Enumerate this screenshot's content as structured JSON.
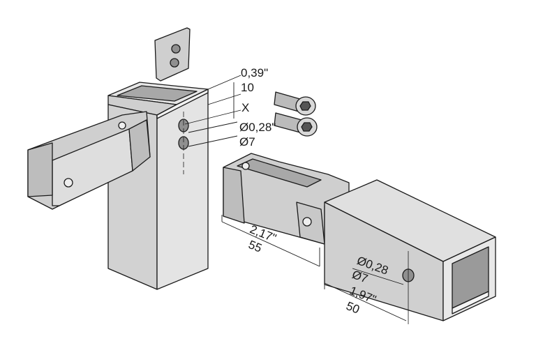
{
  "title": "Square tube connector bracket assembly",
  "colors": {
    "metal_light": "#d9d9d9",
    "metal_mid": "#bdbdbd",
    "metal_dark": "#8f8f8f",
    "line": "#1a1a1a"
  },
  "dimensions": {
    "post_top_inch": "0,39\"",
    "post_top_mm": "10",
    "post_gap": "X",
    "post_hole_inch": "Ø0,28\"",
    "post_hole_mm": "Ø7",
    "bracket_len_inch": "2,17\"",
    "bracket_len_mm": "55",
    "tube_hole_inch": "Ø0,28",
    "tube_hole_mm": "Ø7",
    "tube_len_inch": "1,97\"",
    "tube_len_mm": "50"
  }
}
